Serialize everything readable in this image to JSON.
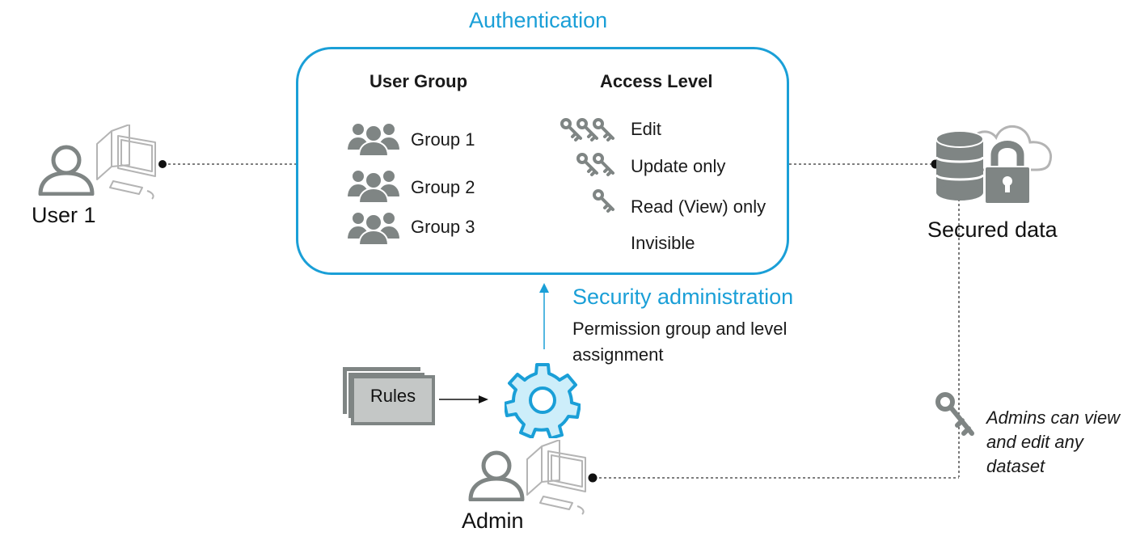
{
  "authentication": {
    "title": "Authentication",
    "user_group_header": "User Group",
    "access_level_header": "Access Level",
    "groups": [
      "Group 1",
      "Group 2",
      "Group 3"
    ],
    "levels": [
      "Edit",
      "Update only",
      "Read (View) only",
      "Invisible"
    ]
  },
  "user": {
    "label": "User 1"
  },
  "secured_data": {
    "label": "Secured data"
  },
  "security_admin": {
    "title": "Security administration",
    "description": "Permission group and level assignment"
  },
  "rules": {
    "label": "Rules"
  },
  "admin": {
    "label": "Admin",
    "note": "Admins can view and edit any dataset"
  },
  "colors": {
    "accent": "#1a9fd7",
    "icon_gray": "#7f8584",
    "gear_fill": "#cdeefa",
    "line": "#333333"
  },
  "icons": {
    "user": "person-icon",
    "computer": "desktop-computer-icon",
    "group": "group-icon",
    "key": "key-icon",
    "database": "database-icon",
    "cloud": "cloud-icon",
    "lock": "padlock-icon",
    "gear": "gear-icon",
    "rules": "stacked-documents-icon"
  }
}
